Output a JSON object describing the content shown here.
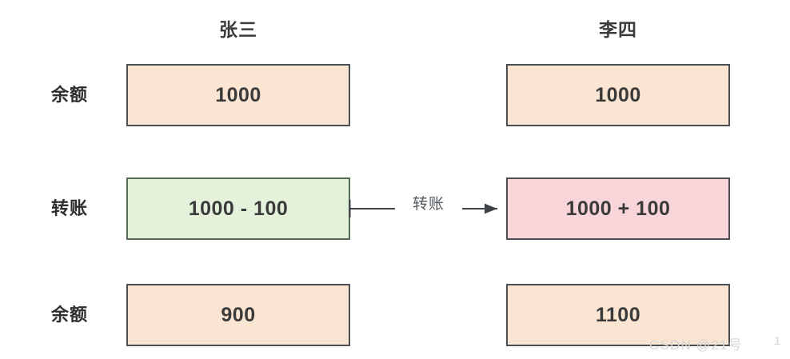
{
  "diagram": {
    "title": "转账",
    "columns": [
      {
        "name": "张三"
      },
      {
        "name": "李四"
      }
    ],
    "row_labels": [
      "余额",
      "转账",
      "余额"
    ],
    "rows": [
      {
        "label": "余额",
        "left_value": "1000",
        "right_value": "1000",
        "left_style": "peach",
        "right_style": "peach"
      },
      {
        "label": "转账",
        "left_value": "1000 - 100",
        "right_value": "1000 + 100",
        "left_style": "green",
        "right_style": "pink"
      },
      {
        "label": "余额",
        "left_value": "900",
        "right_value": "1100",
        "left_style": "peach",
        "right_style": "peach"
      }
    ],
    "arrow": {
      "label": "转账",
      "direction": "left-to-right",
      "from": "张三",
      "to": "李四"
    },
    "colors": {
      "peach_fill": "#fae5d3",
      "green_fill": "#e4f2dc",
      "pink_fill": "#f7d5d8",
      "border": "#4a4f55",
      "green_border": "#566b56",
      "text": "#3a3a3a",
      "arrow": "#555a5f",
      "watermark": "#d9d4d0",
      "background": "#ffffff"
    }
  },
  "watermark": {
    "text": "CSDN @21号",
    "page_number": "1"
  }
}
